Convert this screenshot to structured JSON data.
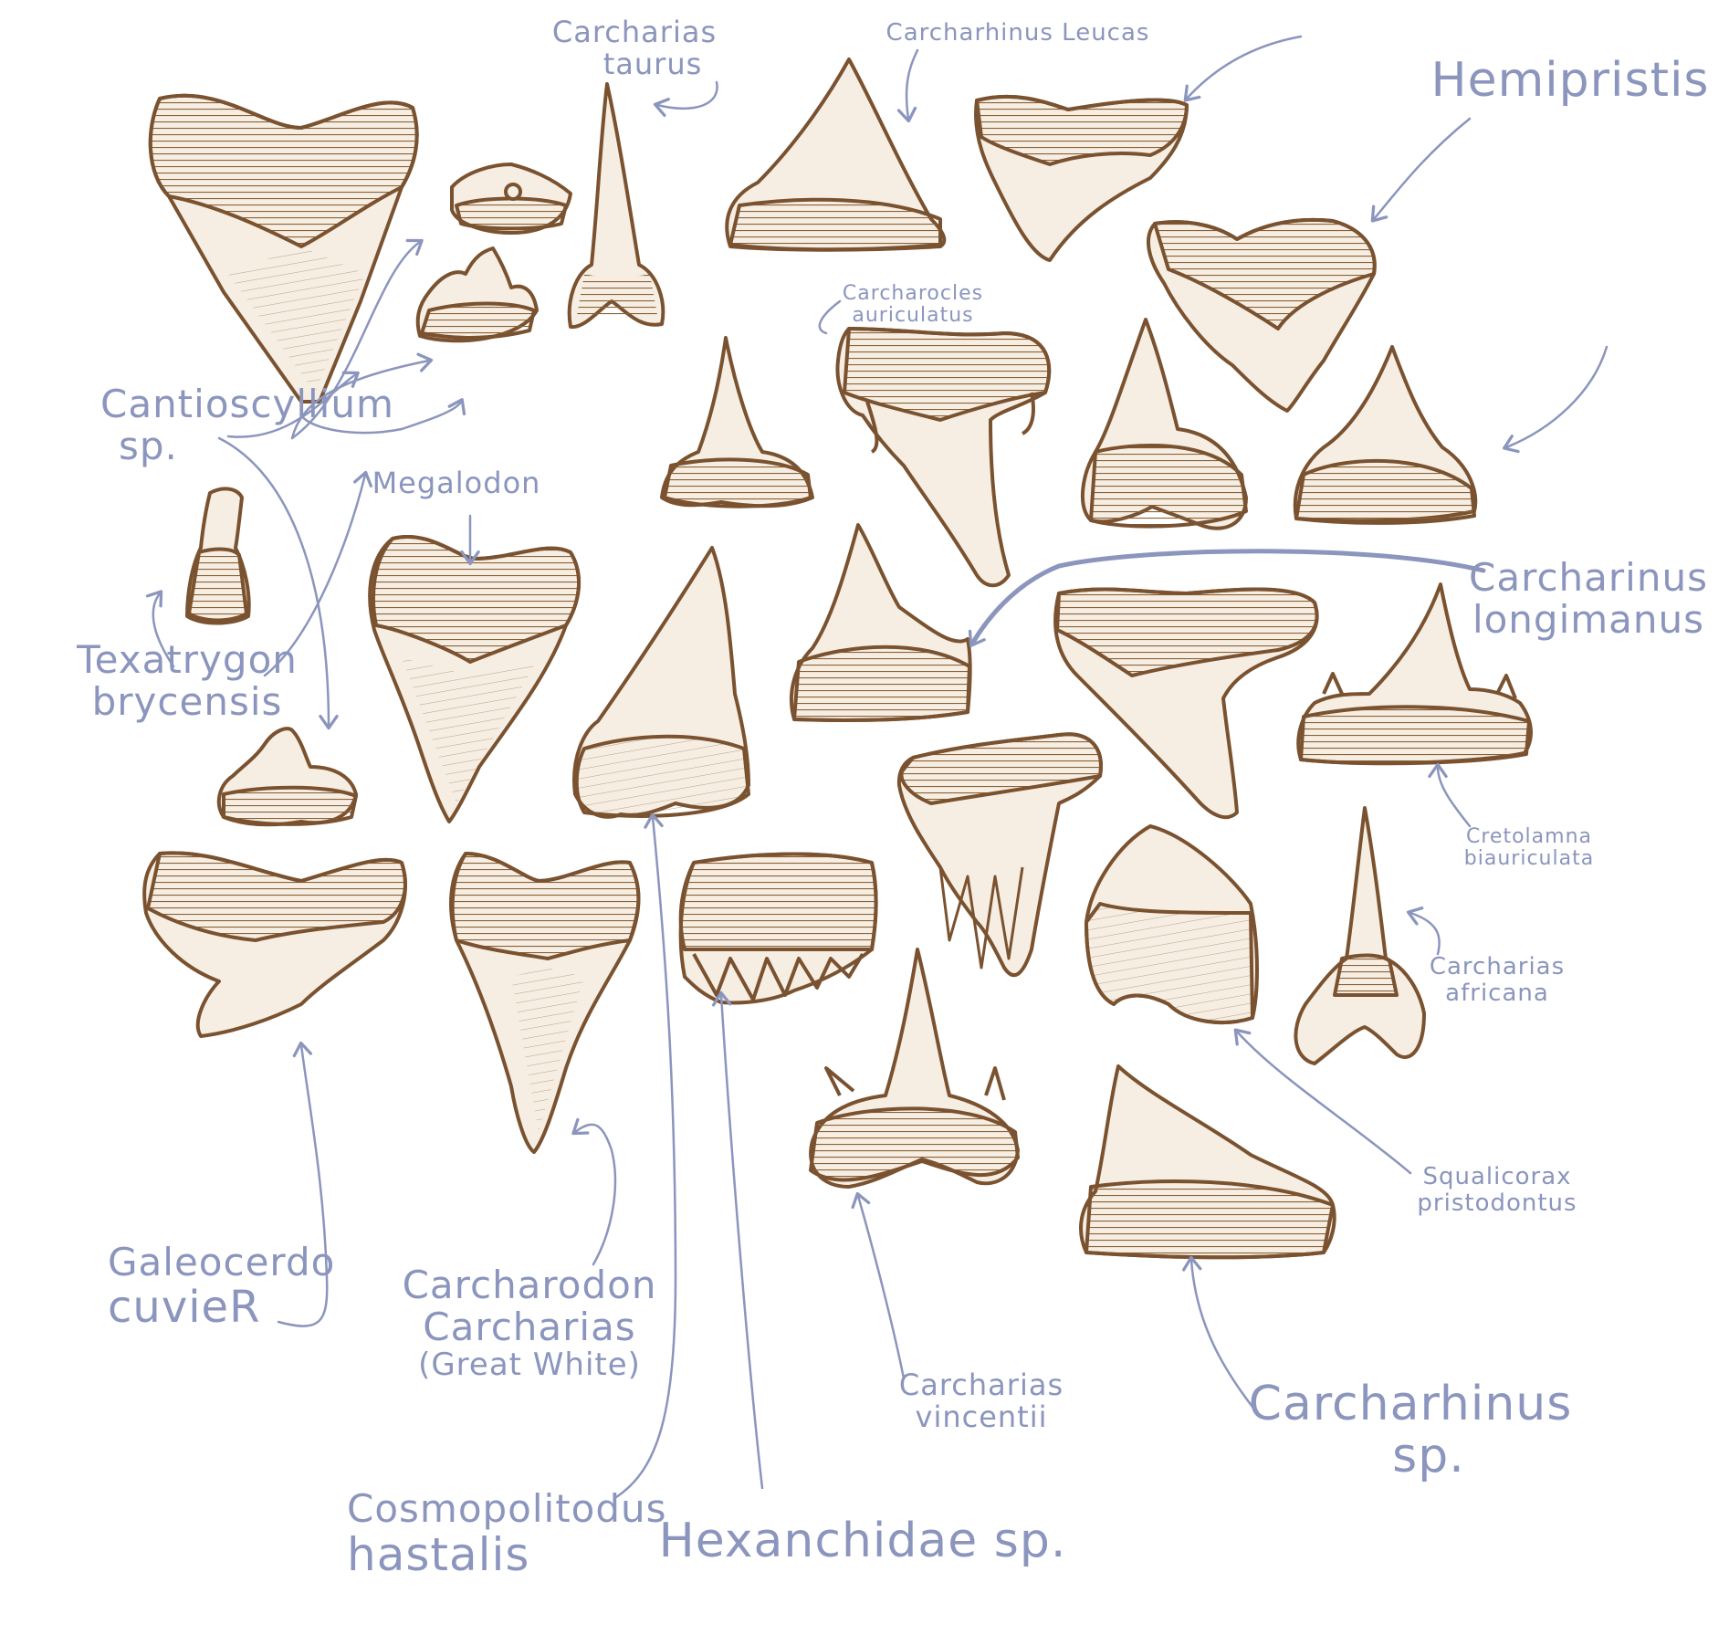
{
  "colors": {
    "ink": "#7a5230",
    "fill": "#f6eee3",
    "hatch": "#8a6035",
    "label": "#8b95bd"
  },
  "labels": {
    "carcharias_taurus": {
      "l1": "Carcharias",
      "l2": "taurus"
    },
    "carcharhinus_leucas": {
      "l1": "Carcharhinus Leucas"
    },
    "hemipristis": {
      "l1": "Hemipristis"
    },
    "carcharocles_auriculatus": {
      "l1": "Carcharocles",
      "l2": "auriculatus"
    },
    "cantioscyllium": {
      "l1": "Cantioscyllium",
      "l2": "sp."
    },
    "megalodon": {
      "l1": "Megalodon"
    },
    "texatrygon": {
      "l1": "Texatrygon",
      "l2": "brycensis"
    },
    "carcharinus_longimanus": {
      "l1": "Carcharinus",
      "l2": "longimanus"
    },
    "cretolamna": {
      "l1": "Cretolamna",
      "l2": "biauriculata"
    },
    "carcharias_africana": {
      "l1": "Carcharias",
      "l2": "africana"
    },
    "squalicorax": {
      "l1": "Squalicorax",
      "l2": "pristodontus"
    },
    "galeocerdo": {
      "l1": "Galeocerdo",
      "l2": "cuvieR"
    },
    "carcharodon": {
      "l1": "Carcharodon",
      "l2": "Carcharias",
      "l3": "(Great White)"
    },
    "carcharias_vincentii": {
      "l1": "Carcharias",
      "l2": "vincentii"
    },
    "carcharhinus_sp": {
      "l1": "Carcharhinus",
      "l2": "sp."
    },
    "cosmopolitodus": {
      "l1": "Cosmopolitodus",
      "l2": "hastalis"
    },
    "hexanchidae": {
      "l1": "Hexanchidae sp."
    }
  }
}
